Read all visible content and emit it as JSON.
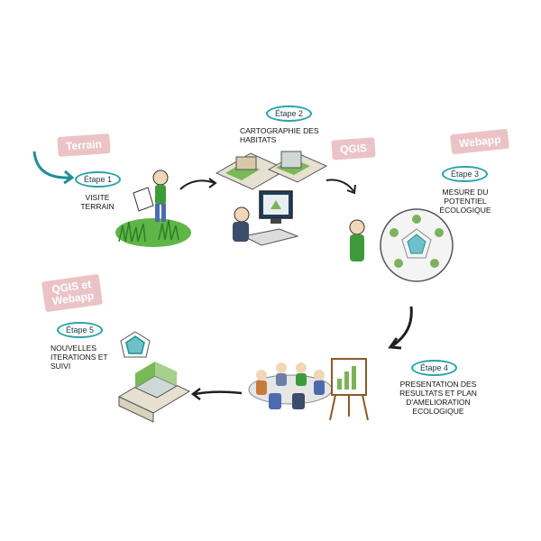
{
  "colors": {
    "tag_bg": "#ebc3c6",
    "etape_ring": "#2aa3a8",
    "arrow_dark": "#1f1f1f",
    "arrow_teal": "#1f8f95",
    "green": "#3e9b3b"
  },
  "tags": {
    "terrain": "Terrain",
    "qgis": "QGIS",
    "webapp": "Webapp",
    "qgis_webapp": "QGIS et\nWebapp"
  },
  "steps": [
    {
      "etape": "Étape 1",
      "caption": "VISITE\nTERRAIN"
    },
    {
      "etape": "Étape 2",
      "caption": "CARTOGRAPHIE DES\nHABITATS"
    },
    {
      "etape": "Étape 3",
      "caption": "MESURE DU\nPOTENTIEL\nÉCOLOGIQUE"
    },
    {
      "etape": "Étape 4",
      "caption": "PRESENTATION DES\nRESULTATS ET PLAN\nD'AMELIORATION\nECOLOGIQUE"
    },
    {
      "etape": "Étape 5",
      "caption": "NOUVELLES\nITERATIONS ET\nSUIVI"
    }
  ],
  "icons": [
    "person-survey-illustration",
    "habitat-map-illustration",
    "computer-icon",
    "radar-chart-illustration",
    "meeting-illustration",
    "building-3d-illustration"
  ]
}
